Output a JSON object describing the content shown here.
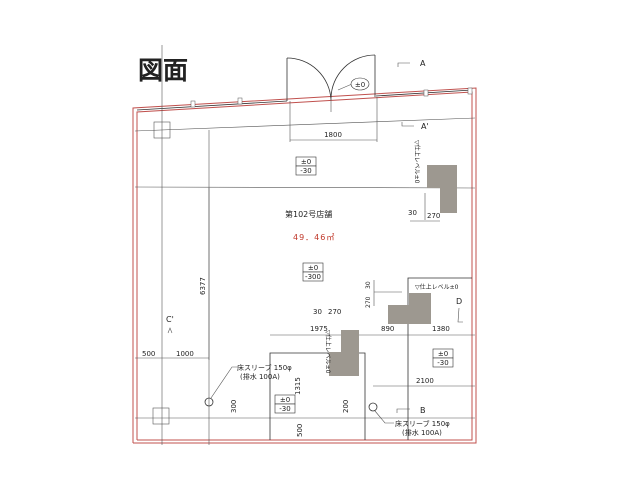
{
  "title": "図面",
  "store": {
    "name": "第102号店舗",
    "area": "49．46㎡"
  },
  "levels": {
    "entrance": "±0",
    "upper": {
      "top": "±0",
      "bottom": "-30"
    },
    "center": {
      "top": "±0",
      "bottom": "-300"
    },
    "right": {
      "top": "±0",
      "bottom": "-30"
    },
    "lower_left": {
      "top": "±0",
      "bottom": "-30"
    }
  },
  "finish_level_label": "▽仕上レベル±0",
  "section_marks": {
    "a": "A",
    "a_prime": "A'",
    "b": "B",
    "c_prime": "C'",
    "d": "D"
  },
  "dimensions": {
    "door_width": "1800",
    "d30a": "30",
    "d270a": "270",
    "d6377": "6377",
    "d30b": "30",
    "d270b": "270",
    "d30c": "30",
    "d270c": "270",
    "d1975": "1975",
    "d890": "890",
    "d1380": "1380",
    "d500": "500",
    "d1000": "1000",
    "d1315": "1315",
    "d300": "300",
    "d200": "200",
    "d500b": "500",
    "d2100": "2100"
  },
  "sleeves": {
    "left": {
      "line1": "床スリーブ 150φ",
      "line2": "(排水 100A)"
    },
    "right": {
      "line1": "床スリーブ 150φ",
      "line2": "(排水 100A)"
    }
  },
  "colors": {
    "wall_red": "#c0504d",
    "hatch": "#9d9890",
    "area_red": "#c0392b"
  }
}
